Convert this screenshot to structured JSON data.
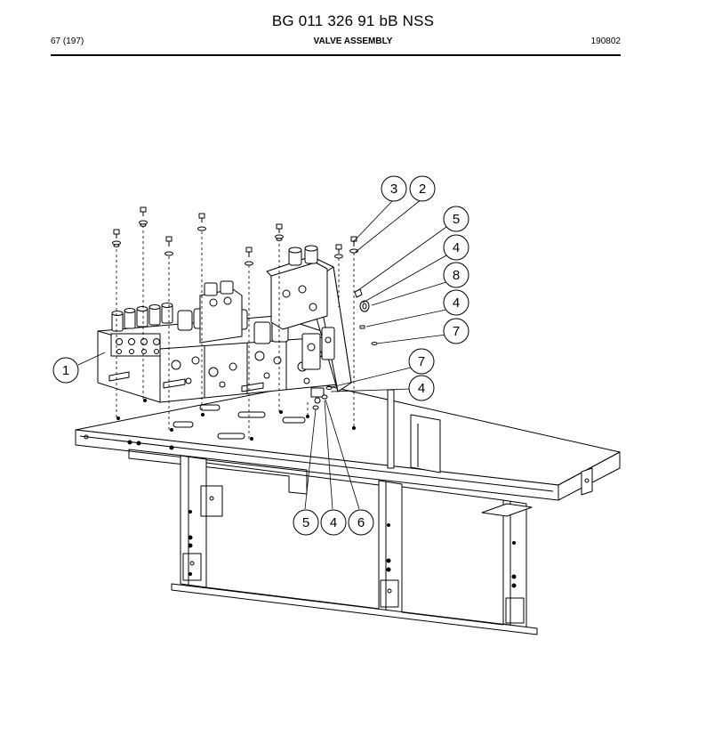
{
  "header": {
    "title": "BG 011 326 91 bB NSS",
    "page": "67 (197)",
    "section": "VALVE ASSEMBLY",
    "date_code": "190802"
  },
  "callouts": [
    "1",
    "2",
    "3",
    "4",
    "4",
    "4",
    "4",
    "5",
    "5",
    "6",
    "7",
    "7",
    "8"
  ]
}
